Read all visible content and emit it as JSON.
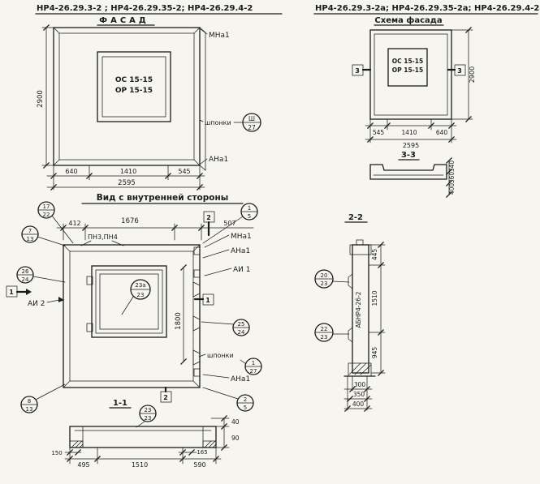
{
  "facade": {
    "codes": "НР4-26.29.3-2 ; НР4-26.29.35-2; НР4-26.29.4-2",
    "title": "ФАСАД",
    "mark1": "ОС 15-15",
    "mark2": "ОР 15-15",
    "mna1": "МНа1",
    "shponki": "шпонки",
    "ana1": "АНа1",
    "csh": {
      "t": "Ш",
      "b": "27"
    },
    "h": "2900",
    "w1": "640",
    "w2": "1410",
    "w3": "545",
    "wtot": "2595"
  },
  "scheme": {
    "codes": "НР4-26.29.3-2а; НР4-26.29.35-2а; НР4-26.29.4-2а",
    "title": "Схема фасада",
    "mark1": "ОС 15-15",
    "mark2": "ОР 15-15",
    "sec": "3",
    "h": "2900",
    "w1": "545",
    "w2": "1410",
    "w3": "640",
    "wtot": "2595",
    "s33": {
      "title": "3-3",
      "d1": "340",
      "d2": "360",
      "d3": "400"
    }
  },
  "inner": {
    "title": "Вид с внутренней стороны",
    "d1": "412",
    "d2": "1676",
    "d3": "507",
    "pn": "ПН3,ПН4",
    "sec1": "1",
    "sec2": "2",
    "mna1": "МНа1",
    "ana1": "АНа1",
    "ai1": "АИ 1",
    "ai2": "АИ 2",
    "shponki": "шпонки",
    "ana1b": "АНа1",
    "hwin": "1800",
    "c17_22": {
      "t": "17",
      "b": "22"
    },
    "c7_13": {
      "t": "7",
      "b": "13"
    },
    "c26_24": {
      "t": "26",
      "b": "24"
    },
    "c23a_23": {
      "t": "23а",
      "b": "23"
    },
    "c1_5": {
      "t": "1",
      "b": "5"
    },
    "c25_24": {
      "t": "25",
      "b": "24"
    },
    "c1_27": {
      "t": "1",
      "b": "27"
    },
    "c2_5": {
      "t": "2",
      "b": "5"
    },
    "c8_13": {
      "t": "8",
      "b": "13"
    }
  },
  "s11": {
    "title": "1-1",
    "c23_23": {
      "t": "23",
      "b": "23"
    },
    "d40": "40",
    "d90": "90",
    "d150": "150",
    "d495": "495",
    "d1510": "1510",
    "d165": "165",
    "d590": "590"
  },
  "s22": {
    "title": "2-2",
    "c20_23": {
      "t": "20",
      "b": "23"
    },
    "c22_23": {
      "t": "22",
      "b": "23"
    },
    "stamp": "АБНР4-26-2",
    "d445": "445",
    "d1510": "1510",
    "d945": "945",
    "d300": "300",
    "d350": "350",
    "d400": "400"
  }
}
